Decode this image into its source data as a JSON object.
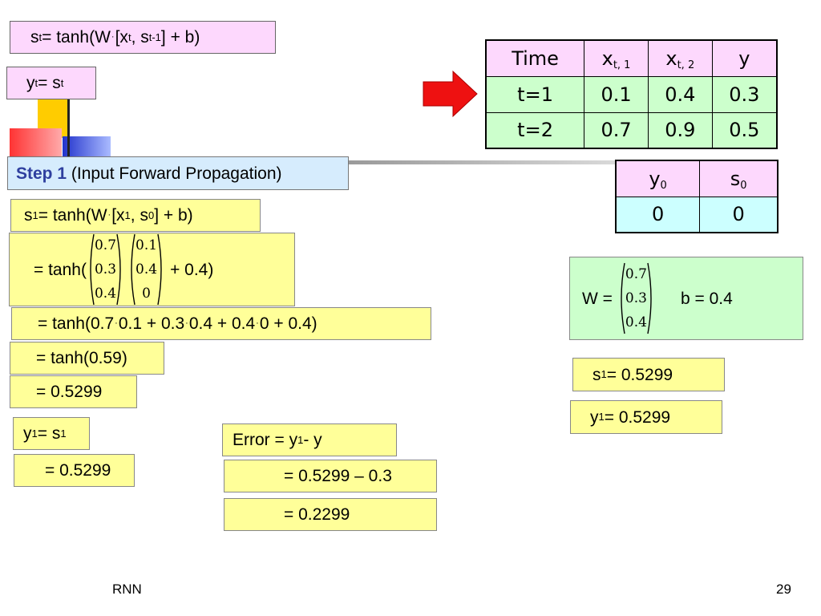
{
  "formula_st": {
    "lhs": "s",
    "lhs_sub": "t",
    "eq": " = tanh(W",
    "dot": "·",
    "open": " [x",
    "x_sub": "t",
    "comma": ", s",
    "s_sub": "t-1",
    "close": "] + b)"
  },
  "formula_yt": {
    "lhs": "y",
    "lhs_sub": "t",
    "eq": " = s",
    "rhs_sub": "t"
  },
  "step": {
    "title": "Step 1",
    "desc": "(Input Forward Propagation)"
  },
  "input_table": {
    "headers": [
      {
        "base": "Time",
        "sub": ""
      },
      {
        "base": "x",
        "sub": "t, 1"
      },
      {
        "base": "x",
        "sub": "t, 2"
      },
      {
        "base": "y",
        "sub": ""
      }
    ],
    "rows": [
      [
        "t=1",
        "0.1",
        "0.4",
        "0.3"
      ],
      [
        "t=2",
        "0.7",
        "0.9",
        "0.5"
      ]
    ]
  },
  "init_table": {
    "headers": [
      {
        "base": "y",
        "sub": "0"
      },
      {
        "base": "s",
        "sub": "0"
      }
    ],
    "row": [
      "0",
      "0"
    ]
  },
  "params": {
    "w_label": "W =",
    "w_values": [
      "0.7",
      "0.3",
      "0.4"
    ],
    "b_label": "b = 0.4"
  },
  "steps": {
    "s1_formula": {
      "lhs": "s",
      "lhs_sub": "1",
      "eq": " = tanh(W",
      "dot": "·",
      "open": " [x",
      "x_sub": "1",
      "comma": ", s",
      "s_sub": "0",
      "close": "] + b)"
    },
    "matrix_line": {
      "prefix": "= tanh(",
      "w": [
        "0.7",
        "0.3",
        "0.4"
      ],
      "x": [
        "0.1",
        "0.4",
        "0"
      ],
      "suffix": "+ 0.4)"
    },
    "expanded": {
      "p1": "= tanh(0.7",
      "p2": "0.1 + 0.3",
      "p3": "0.4 + 0.4",
      "p4": "0 + 0.4)",
      "dot": "·"
    },
    "tanh_val": "= tanh(0.59)",
    "s1_value": "= 0.5299",
    "y1_formula": {
      "lhs": "y",
      "lhs_sub": "1",
      "eq": " = s",
      "rhs_sub": "1"
    },
    "y1_value": "= 0.5299",
    "error_formula": {
      "text": "Error = y",
      "sub": "1",
      "tail": " - y"
    },
    "error_calc": "= 0.5299 – 0.3",
    "error_value": "= 0.2299"
  },
  "results": {
    "s1": {
      "lhs": "s",
      "sub": "1",
      "rhs": " = 0.5299"
    },
    "y1": {
      "lhs": "y",
      "sub": "1",
      "rhs": " = 0.5299"
    }
  },
  "footer": {
    "left": "RNN",
    "right": "29"
  },
  "colors": {
    "yellow_box": "#ffff99",
    "pink_box": "#fdd8fd",
    "green_box": "#ccffcc",
    "blue_box": "#d6ecfd",
    "arrow": "#ee1111",
    "step_title": "#2f3f9f"
  }
}
